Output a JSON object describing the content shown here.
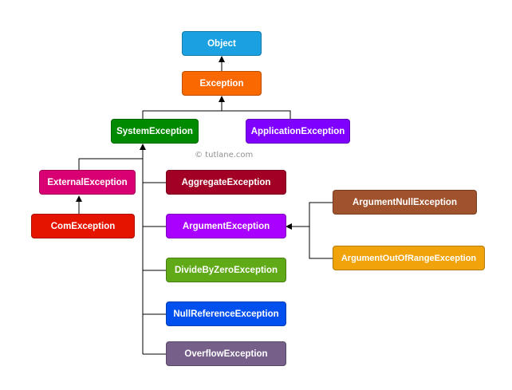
{
  "watermark": "© tutlane.com",
  "nodes": {
    "object": {
      "label": "Object",
      "color": "#1ba1e2"
    },
    "exception": {
      "label": "Exception",
      "color": "#fa6800"
    },
    "system_exception": {
      "label": "SystemException",
      "color": "#008a00"
    },
    "application_exception": {
      "label": "ApplicationException",
      "color": "#7f00ff"
    },
    "external_exception": {
      "label": "ExternalException",
      "color": "#d80073"
    },
    "com_exception": {
      "label": "ComException",
      "color": "#e51400"
    },
    "aggregate_exception": {
      "label": "AggregateException",
      "color": "#a20025"
    },
    "argument_exception": {
      "label": "ArgumentException",
      "color": "#aa00ff"
    },
    "divide_by_zero_exception": {
      "label": "DivideByZeroException",
      "color": "#60a917"
    },
    "null_reference_exception": {
      "label": "NullReferenceException",
      "color": "#0050ef"
    },
    "overflow_exception": {
      "label": "OverflowException",
      "color": "#76608a"
    },
    "argument_null_exception": {
      "label": "ArgumentNullException",
      "color": "#a0522d"
    },
    "argument_out_of_range_exception": {
      "label": "ArgumentOutOfRangeException",
      "color": "#f0a30a"
    }
  },
  "edges": [
    {
      "from": "exception",
      "to": "object"
    },
    {
      "from": "system_exception",
      "to": "exception"
    },
    {
      "from": "application_exception",
      "to": "exception"
    },
    {
      "from": "external_exception",
      "to": "system_exception"
    },
    {
      "from": "aggregate_exception",
      "to": "system_exception"
    },
    {
      "from": "argument_exception",
      "to": "system_exception"
    },
    {
      "from": "divide_by_zero_exception",
      "to": "system_exception"
    },
    {
      "from": "null_reference_exception",
      "to": "system_exception"
    },
    {
      "from": "overflow_exception",
      "to": "system_exception"
    },
    {
      "from": "com_exception",
      "to": "external_exception"
    },
    {
      "from": "argument_null_exception",
      "to": "argument_exception"
    },
    {
      "from": "argument_out_of_range_exception",
      "to": "argument_exception"
    }
  ]
}
